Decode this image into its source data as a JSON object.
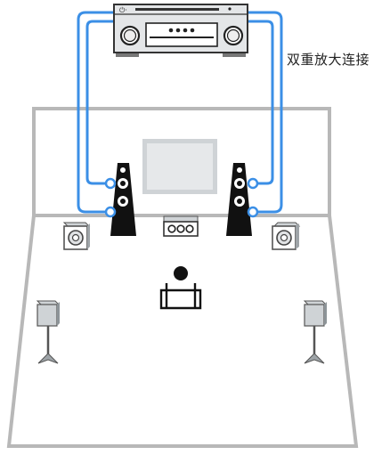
{
  "diagram": {
    "caption": "双重放大连接",
    "colors": {
      "wire": "#3b8fe6",
      "room_outline": "#b8b8b8",
      "speaker_dark": "#111111",
      "speaker_light": "#cfd3d6",
      "receiver_body": "#e4e6e8",
      "tv_fill": "#e4e6e8"
    },
    "components": {
      "receiver": "av-receiver",
      "tv": "television",
      "front_left": "front-left-tower-speaker",
      "front_right": "front-right-tower-speaker",
      "center": "center-speaker",
      "surround_left": "surround-left-speaker",
      "surround_right": "surround-right-speaker",
      "sub_left": "subwoofer-left",
      "sub_right": "subwoofer-right",
      "listener": "listener"
    }
  }
}
